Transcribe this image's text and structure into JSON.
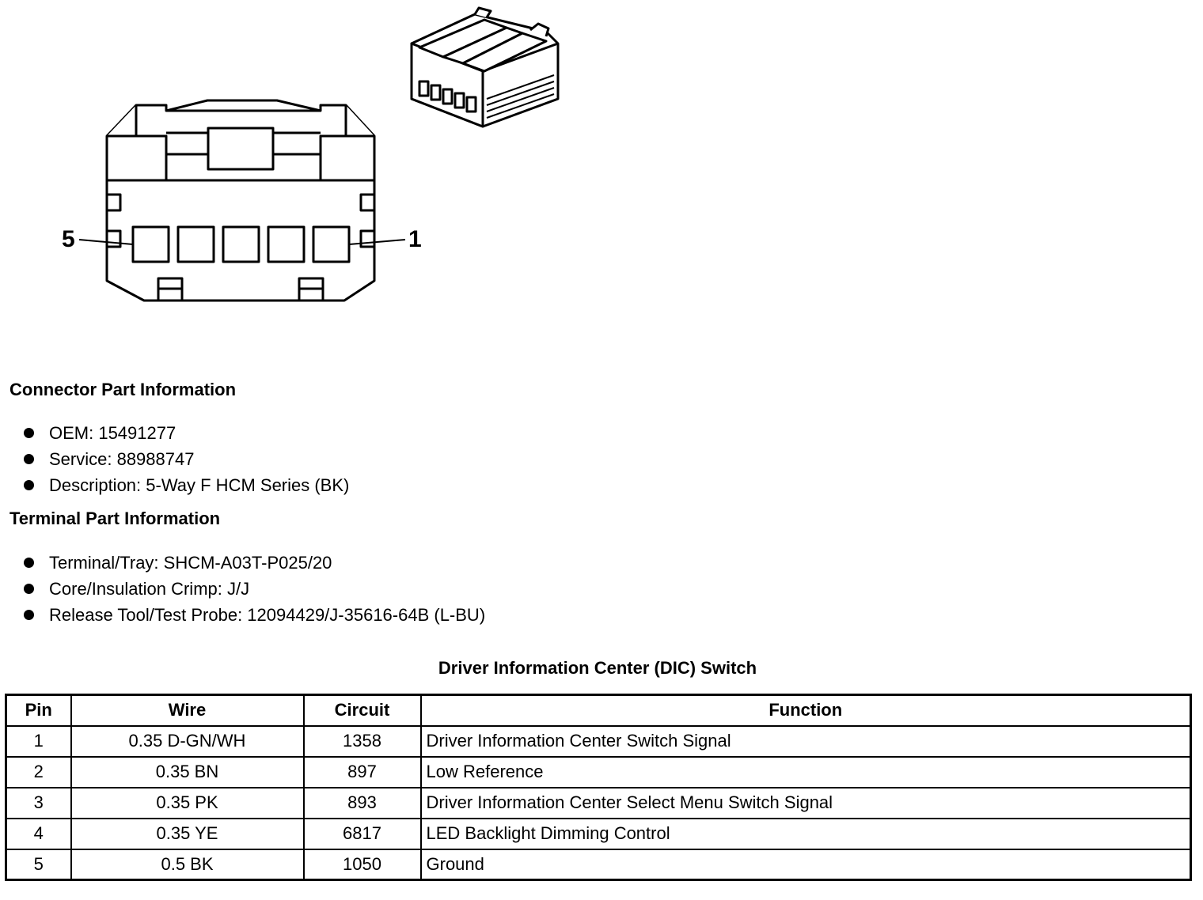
{
  "diagram": {
    "pin_label_left": "5",
    "pin_label_right": "1"
  },
  "connector_part_info": {
    "heading": "Connector Part Information",
    "items": [
      "OEM: 15491277",
      "Service: 88988747",
      "Description: 5-Way F HCM Series (BK)"
    ]
  },
  "terminal_part_info": {
    "heading": "Terminal Part Information",
    "items": [
      "Terminal/Tray: SHCM-A03T-P025/20",
      "Core/Insulation Crimp: J/J",
      "Release Tool/Test Probe: 12094429/J-35616-64B (L-BU)"
    ]
  },
  "pin_table": {
    "title": "Driver Information Center (DIC) Switch",
    "headers": [
      "Pin",
      "Wire",
      "Circuit",
      "Function"
    ],
    "rows": [
      [
        "1",
        "0.35 D-GN/WH",
        "1358",
        "Driver Information Center Switch Signal"
      ],
      [
        "2",
        "0.35 BN",
        "897",
        "Low Reference"
      ],
      [
        "3",
        "0.35 PK",
        "893",
        "Driver Information Center Select Menu Switch Signal"
      ],
      [
        "4",
        "0.35 YE",
        "6817",
        "LED Backlight Dimming Control"
      ],
      [
        "5",
        "0.5 BK",
        "1050",
        "Ground"
      ]
    ]
  }
}
